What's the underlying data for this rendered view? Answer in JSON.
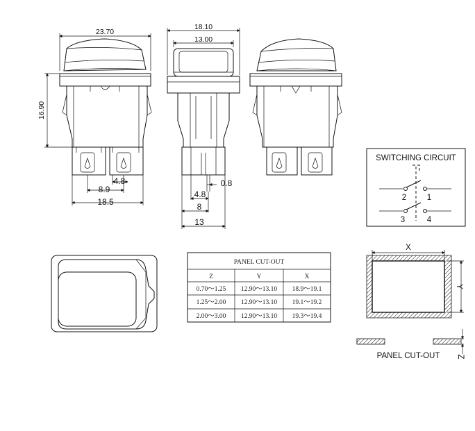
{
  "dimensions": {
    "front_width": "23.70",
    "front_height": "16.90",
    "pin_pitch": "8.9",
    "pin_offset": "4.8",
    "pin_span": "18.5",
    "side_total": "18.10",
    "side_cap": "13.00",
    "pin_thickness": "0.8",
    "side_pin_offset": "4.8",
    "side_pin_span": "8",
    "side_base": "13"
  },
  "switching_circuit": {
    "title": "SWITCHING CIRCUIT",
    "terminals": [
      "2",
      "1",
      "3",
      "4"
    ]
  },
  "panel_table": {
    "title": "PANEL CUT-OUT",
    "headers": [
      "Z",
      "Y",
      "X"
    ],
    "rows": [
      [
        "0.70～1.25",
        "12.90～13.10",
        "18.9～19.1"
      ],
      [
        "1.25～2.00",
        "12.90～13.10",
        "19.1～19.2"
      ],
      [
        "2.00～3.00",
        "12.90～13.10",
        "19.3～19.4"
      ]
    ]
  },
  "cutout_diagram": {
    "x_label": "X",
    "y_label": "Y",
    "z_label": "Z",
    "caption": "PANEL CUT-OUT"
  }
}
